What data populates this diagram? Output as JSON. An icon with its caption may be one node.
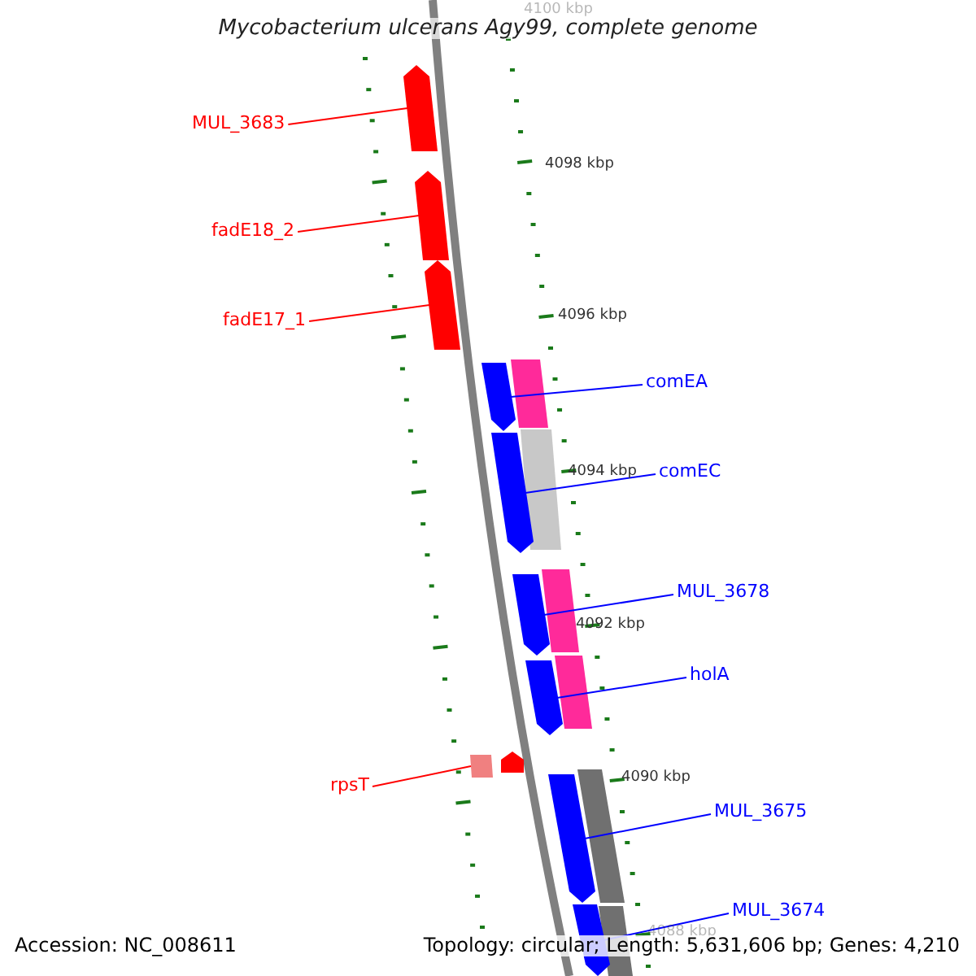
{
  "diagram": {
    "title": "Mycobacterium ulcerans Agy99, complete genome",
    "nodes": [
      {
        "text": [
          "MUL_3683"
        ]
      },
      {
        "text": [],
        "shape": "arrow"
      },
      {
        "text": [
          "fadE18_2"
        ]
      },
      {
        "text": [],
        "shape": "arrow"
      },
      {
        "text": [
          "fadE17_1"
        ]
      },
      {
        "text": [],
        "shape": "arrow"
      },
      {
        "text": [
          "comEA"
        ]
      },
      {
        "text": [],
        "shape": "arrow"
      },
      {
        "text": [
          "comEC"
        ]
      },
      {
        "text": [],
        "shape": "arrow"
      },
      {
        "text": [
          "MUL_3678"
        ]
      },
      {
        "text": [],
        "shape": "arrow"
      },
      {
        "text": [
          "holA"
        ]
      },
      {
        "text": [],
        "shape": "arrow"
      },
      {
        "text": [
          "rpsT"
        ]
      },
      {
        "text": [],
        "shape": "box"
      },
      {
        "text": [
          "MUL_3675"
        ]
      },
      {
        "text": [],
        "shape": "arrow"
      },
      {
        "text": [
          "MUL_3674"
        ]
      },
      {
        "text": [],
        "shape": "arrow"
      }
    ],
    "edges": [
      {
        "from": 0,
        "to": 1,
        "arrow": "none",
        "color": "#ff0000"
      },
      {
        "from": 2,
        "to": 3,
        "arrow": "none",
        "color": "#ff0000"
      },
      {
        "from": 4,
        "to": 5,
        "arrow": "none",
        "color": "#ff0000"
      },
      {
        "from": 6,
        "to": 7,
        "arrow": "none"
      },
      {
        "from": 8,
        "to": 9,
        "arrow": "none"
      },
      {
        "from": 10,
        "to": 11,
        "arrow": "none"
      },
      {
        "from": 12,
        "to": 13,
        "arrow": "none"
      },
      {
        "from": 14,
        "to": 15,
        "arrow": "none",
        "color": "#ff0000"
      },
      {
        "from": 16,
        "to": 17,
        "arrow": "none"
      },
      {
        "from": 18,
        "to": 19,
        "arrow": "none"
      }
    ],
    "labels": [
      "4100 kbp",
      "4098 kbp",
      "4096 kbp",
      "4094 kbp",
      "4092 kbp",
      "4090 kbp",
      "4088 kbp",
      "Accession: NC_008611",
      "Topology: circular; Length: 5,631,606 bp; Genes: 4,210"
    ]
  }
}
